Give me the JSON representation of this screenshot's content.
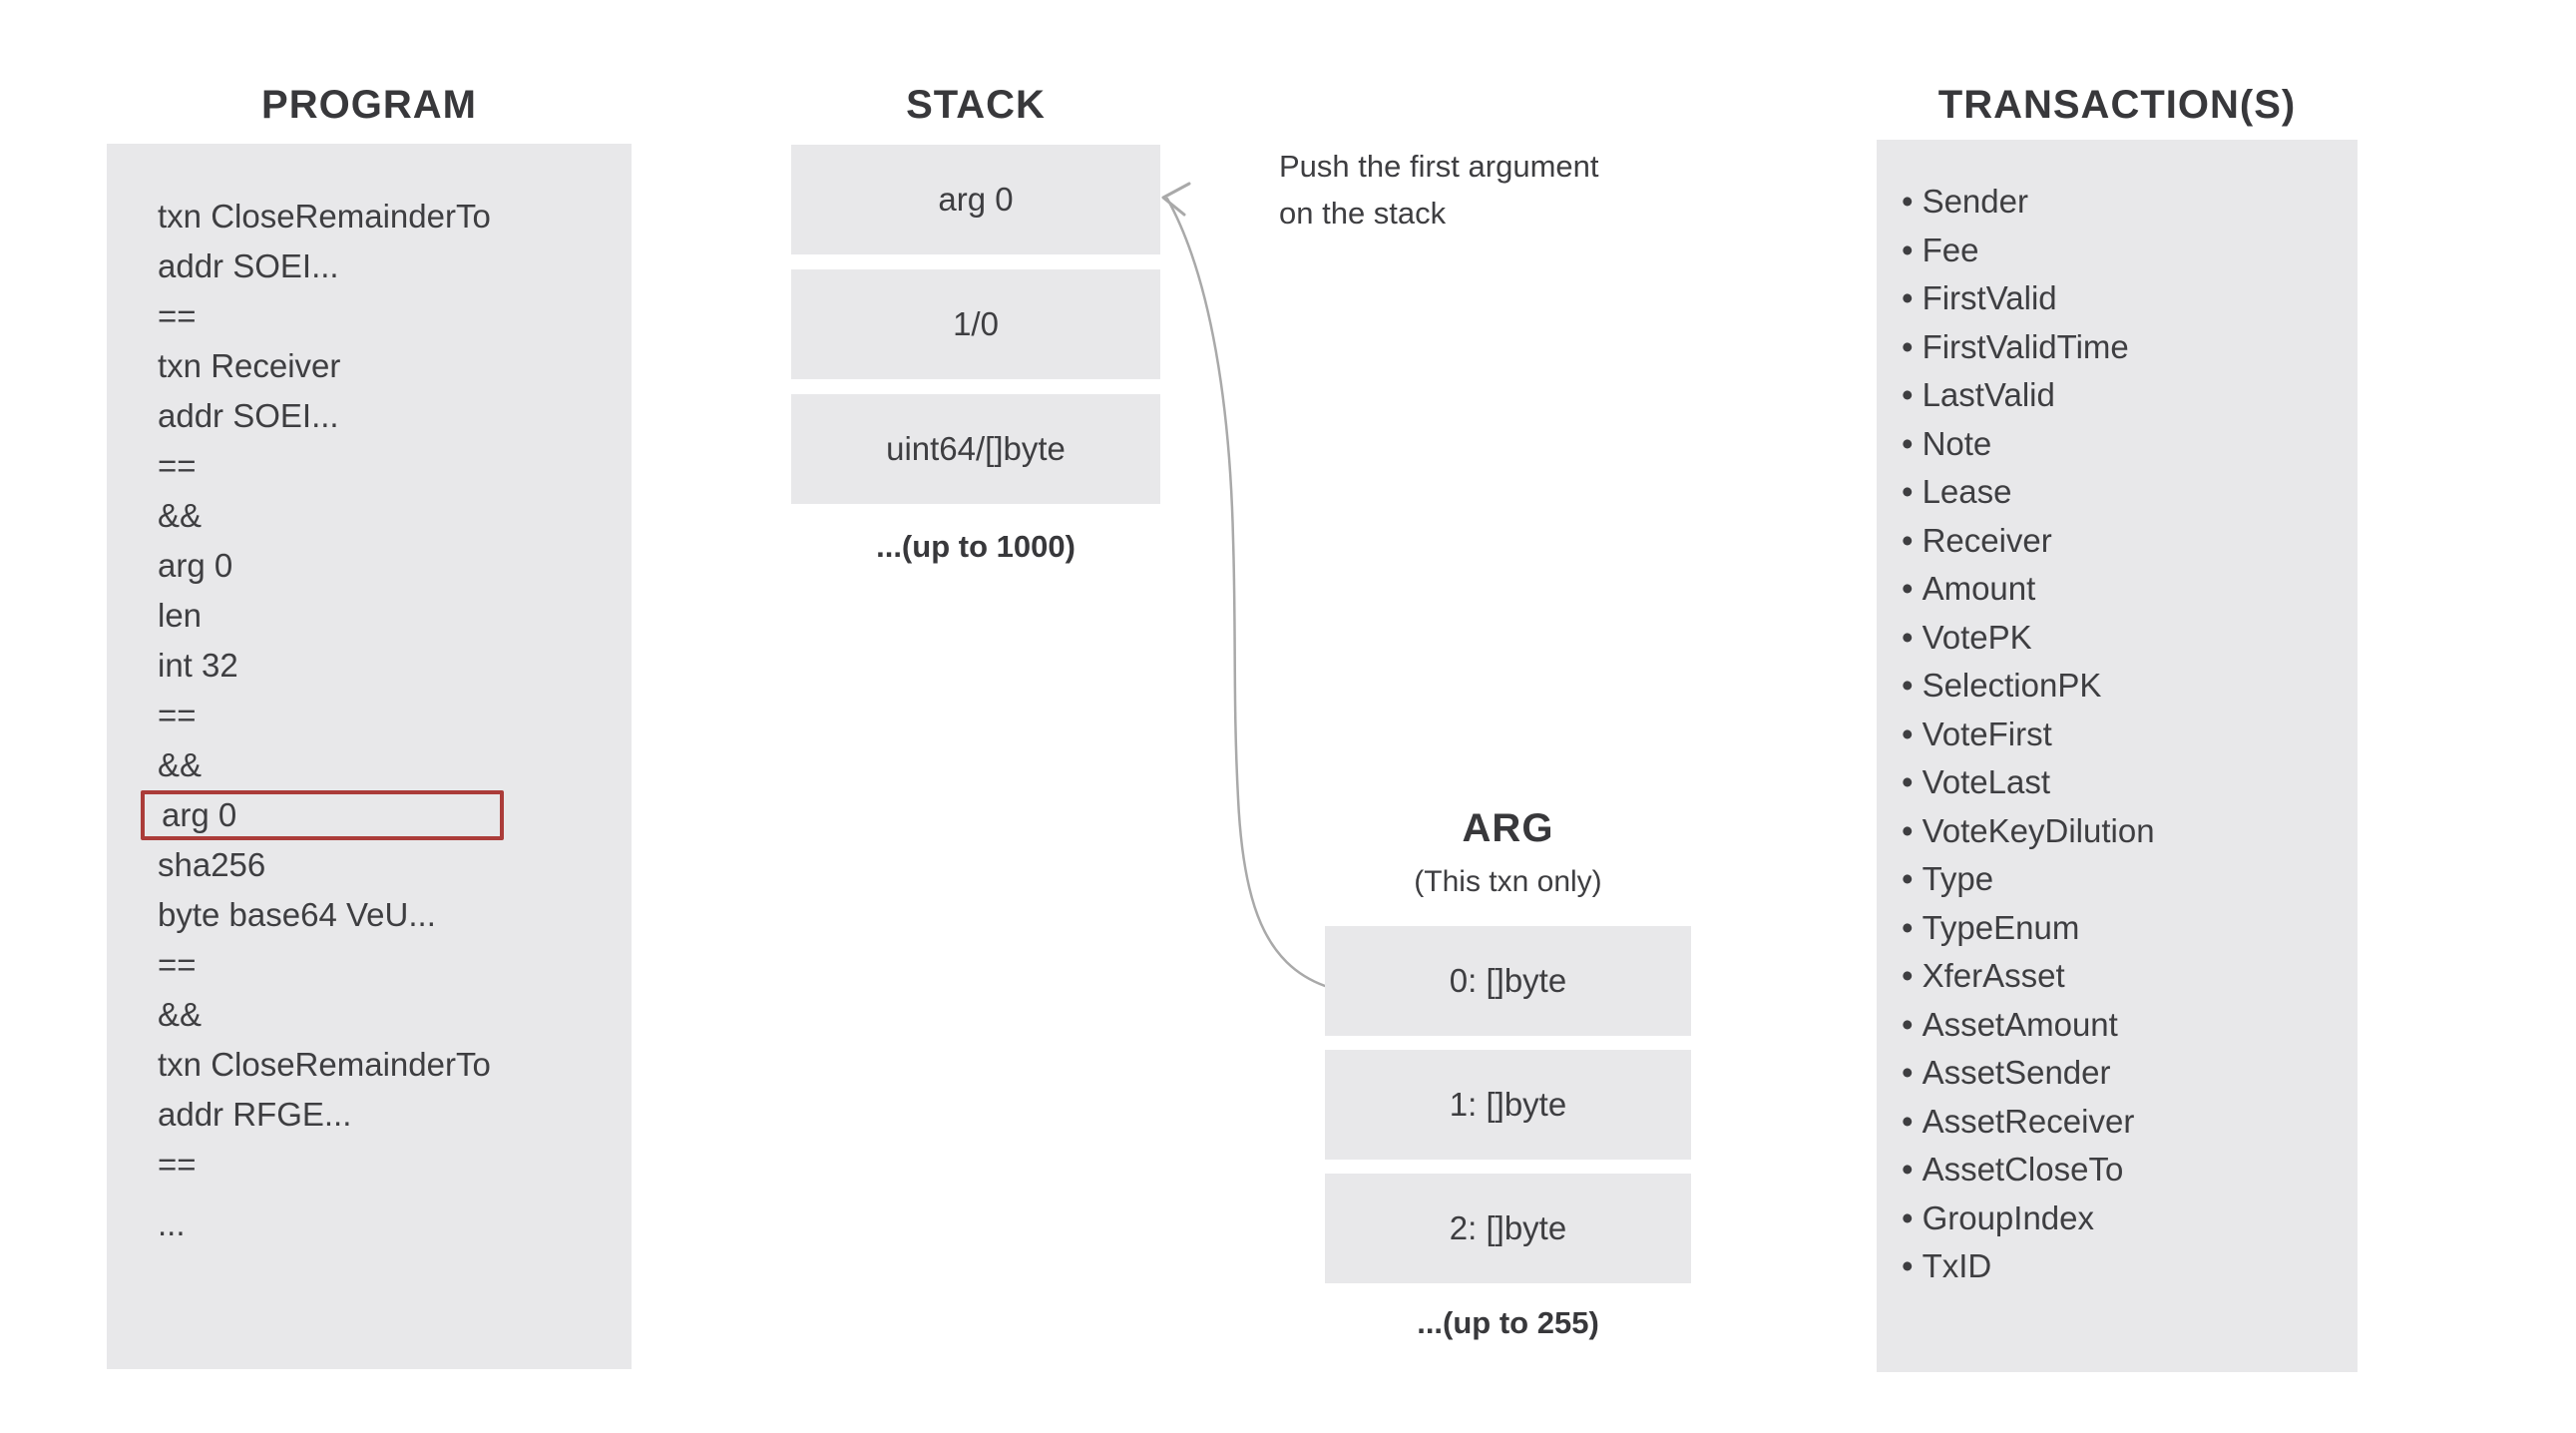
{
  "program": {
    "title": "PROGRAM",
    "lines": [
      "txn CloseRemainderTo",
      "addr SOEI...",
      "==",
      "txn Receiver",
      "addr SOEI...",
      "==",
      "&&",
      "arg 0",
      "len",
      "int 32",
      "==",
      "&&",
      "arg 0",
      "sha256",
      "byte base64 VeU...",
      "==",
      "&&",
      "txn CloseRemainderTo",
      "addr RFGE...",
      "==",
      "..."
    ],
    "highlighted_line_index": 12,
    "highlighted_line": "arg 0"
  },
  "stack": {
    "title": "STACK",
    "boxes": [
      "arg 0",
      "1/0",
      "uint64/[]byte"
    ],
    "overflow_label": "...(up to 1000)"
  },
  "annotation": {
    "line1": "Push the first argument",
    "line2": "on the stack"
  },
  "arg": {
    "title": "ARG",
    "subtitle": "(This txn only)",
    "boxes": [
      "0: []byte",
      "1: []byte",
      "2: []byte"
    ],
    "overflow_label": "...(up to 255)"
  },
  "transactions": {
    "title": "TRANSACTION(S)",
    "bullet": "•",
    "items": [
      "Sender",
      "Fee",
      "FirstValid",
      "FirstValidTime",
      "LastValid",
      "Note",
      "Lease",
      "Receiver",
      "Amount",
      "VotePK",
      "SelectionPK",
      "VoteFirst",
      "VoteLast",
      "VoteKeyDilution",
      "Type",
      "TypeEnum",
      "XferAsset",
      "AssetAmount",
      "AssetSender",
      "AssetReceiver",
      "AssetCloseTo",
      "GroupIndex",
      "TxID"
    ]
  },
  "colors": {
    "background": "#ffffff",
    "box_bg": "#e8e8ea",
    "text": "#3e3e41",
    "highlight_border": "#ab3c39",
    "arrow": "#a9a9a9"
  }
}
